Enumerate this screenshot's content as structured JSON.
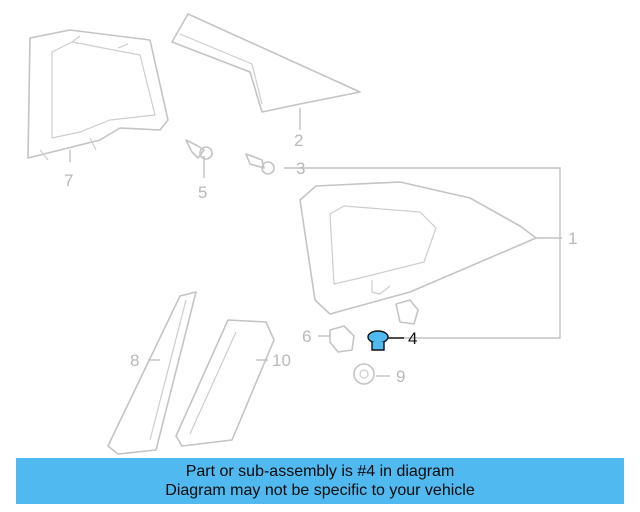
{
  "diagram": {
    "highlight_color": "#4fb9f0",
    "callouts": [
      "1",
      "2",
      "3",
      "4",
      "5",
      "6",
      "7",
      "8",
      "9",
      "10"
    ],
    "highlighted_part": "4"
  },
  "banner": {
    "line1": "Part or sub-assembly is #4 in diagram",
    "line2": "Diagram may not be specific to your vehicle",
    "background": "#4fb9f0"
  }
}
